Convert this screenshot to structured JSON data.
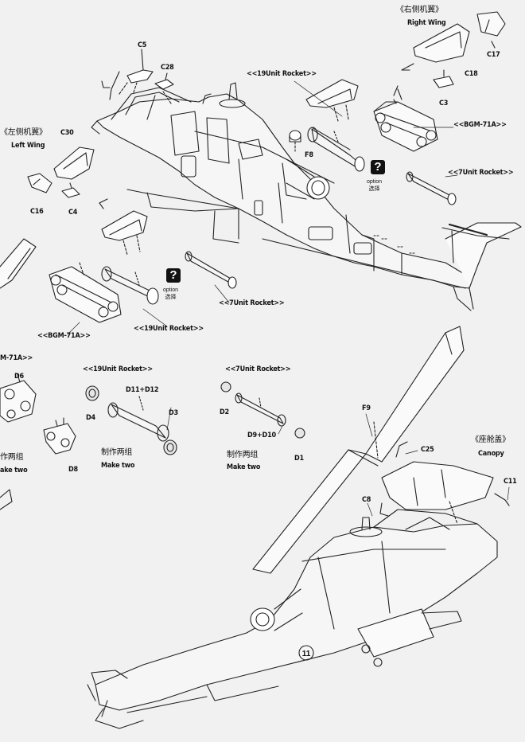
{
  "labels": {
    "c5": "C5",
    "c28": "C28",
    "rocket19_top": "<<19Unit Rocket>>",
    "right_wing_cn": "《右侧机翼》",
    "right_wing_en": "Right Wing",
    "c17": "C17",
    "c18": "C18",
    "c3": "C3",
    "bgm_right": "<<BGM-71A>>",
    "rocket7_right": "<<7Unit Rocket>>",
    "f8": "F8",
    "left_wing_cn": "《左侧机翼》",
    "left_wing_en": "Left Wing",
    "c30": "C30",
    "c16": "C16",
    "c4": "C4",
    "rocket7_mid": "<<7Unit Rocket>>",
    "rocket19_mid": "<<19Unit Rocket>>",
    "bgm_left": "<<BGM-71A>>",
    "bgm_partial": "M-71A>>",
    "d6": "D6",
    "d8": "D8",
    "make_two_cn_partial": "作两组",
    "make_two_en_partial": "ake two",
    "sub_rocket19": "<<19Unit Rocket>>",
    "d11_d12": "D11+D12",
    "d4": "D4",
    "d3": "D3",
    "sub_rocket7": "<<7Unit Rocket>>",
    "d2": "D2",
    "d9_d10": "D9+D10",
    "d1": "D1",
    "make_two_cn_1": "制作两组",
    "make_two_en_1": "Make two",
    "make_two_cn_2": "制作两组",
    "make_two_en_2": "Make two",
    "f9": "F9",
    "c25": "C25",
    "canopy_cn": "《座舱盖》",
    "canopy_en": "Canopy",
    "c11": "C11",
    "c8": "C8",
    "option_en": "option",
    "option_cn": "选择",
    "option_mark": "?"
  }
}
